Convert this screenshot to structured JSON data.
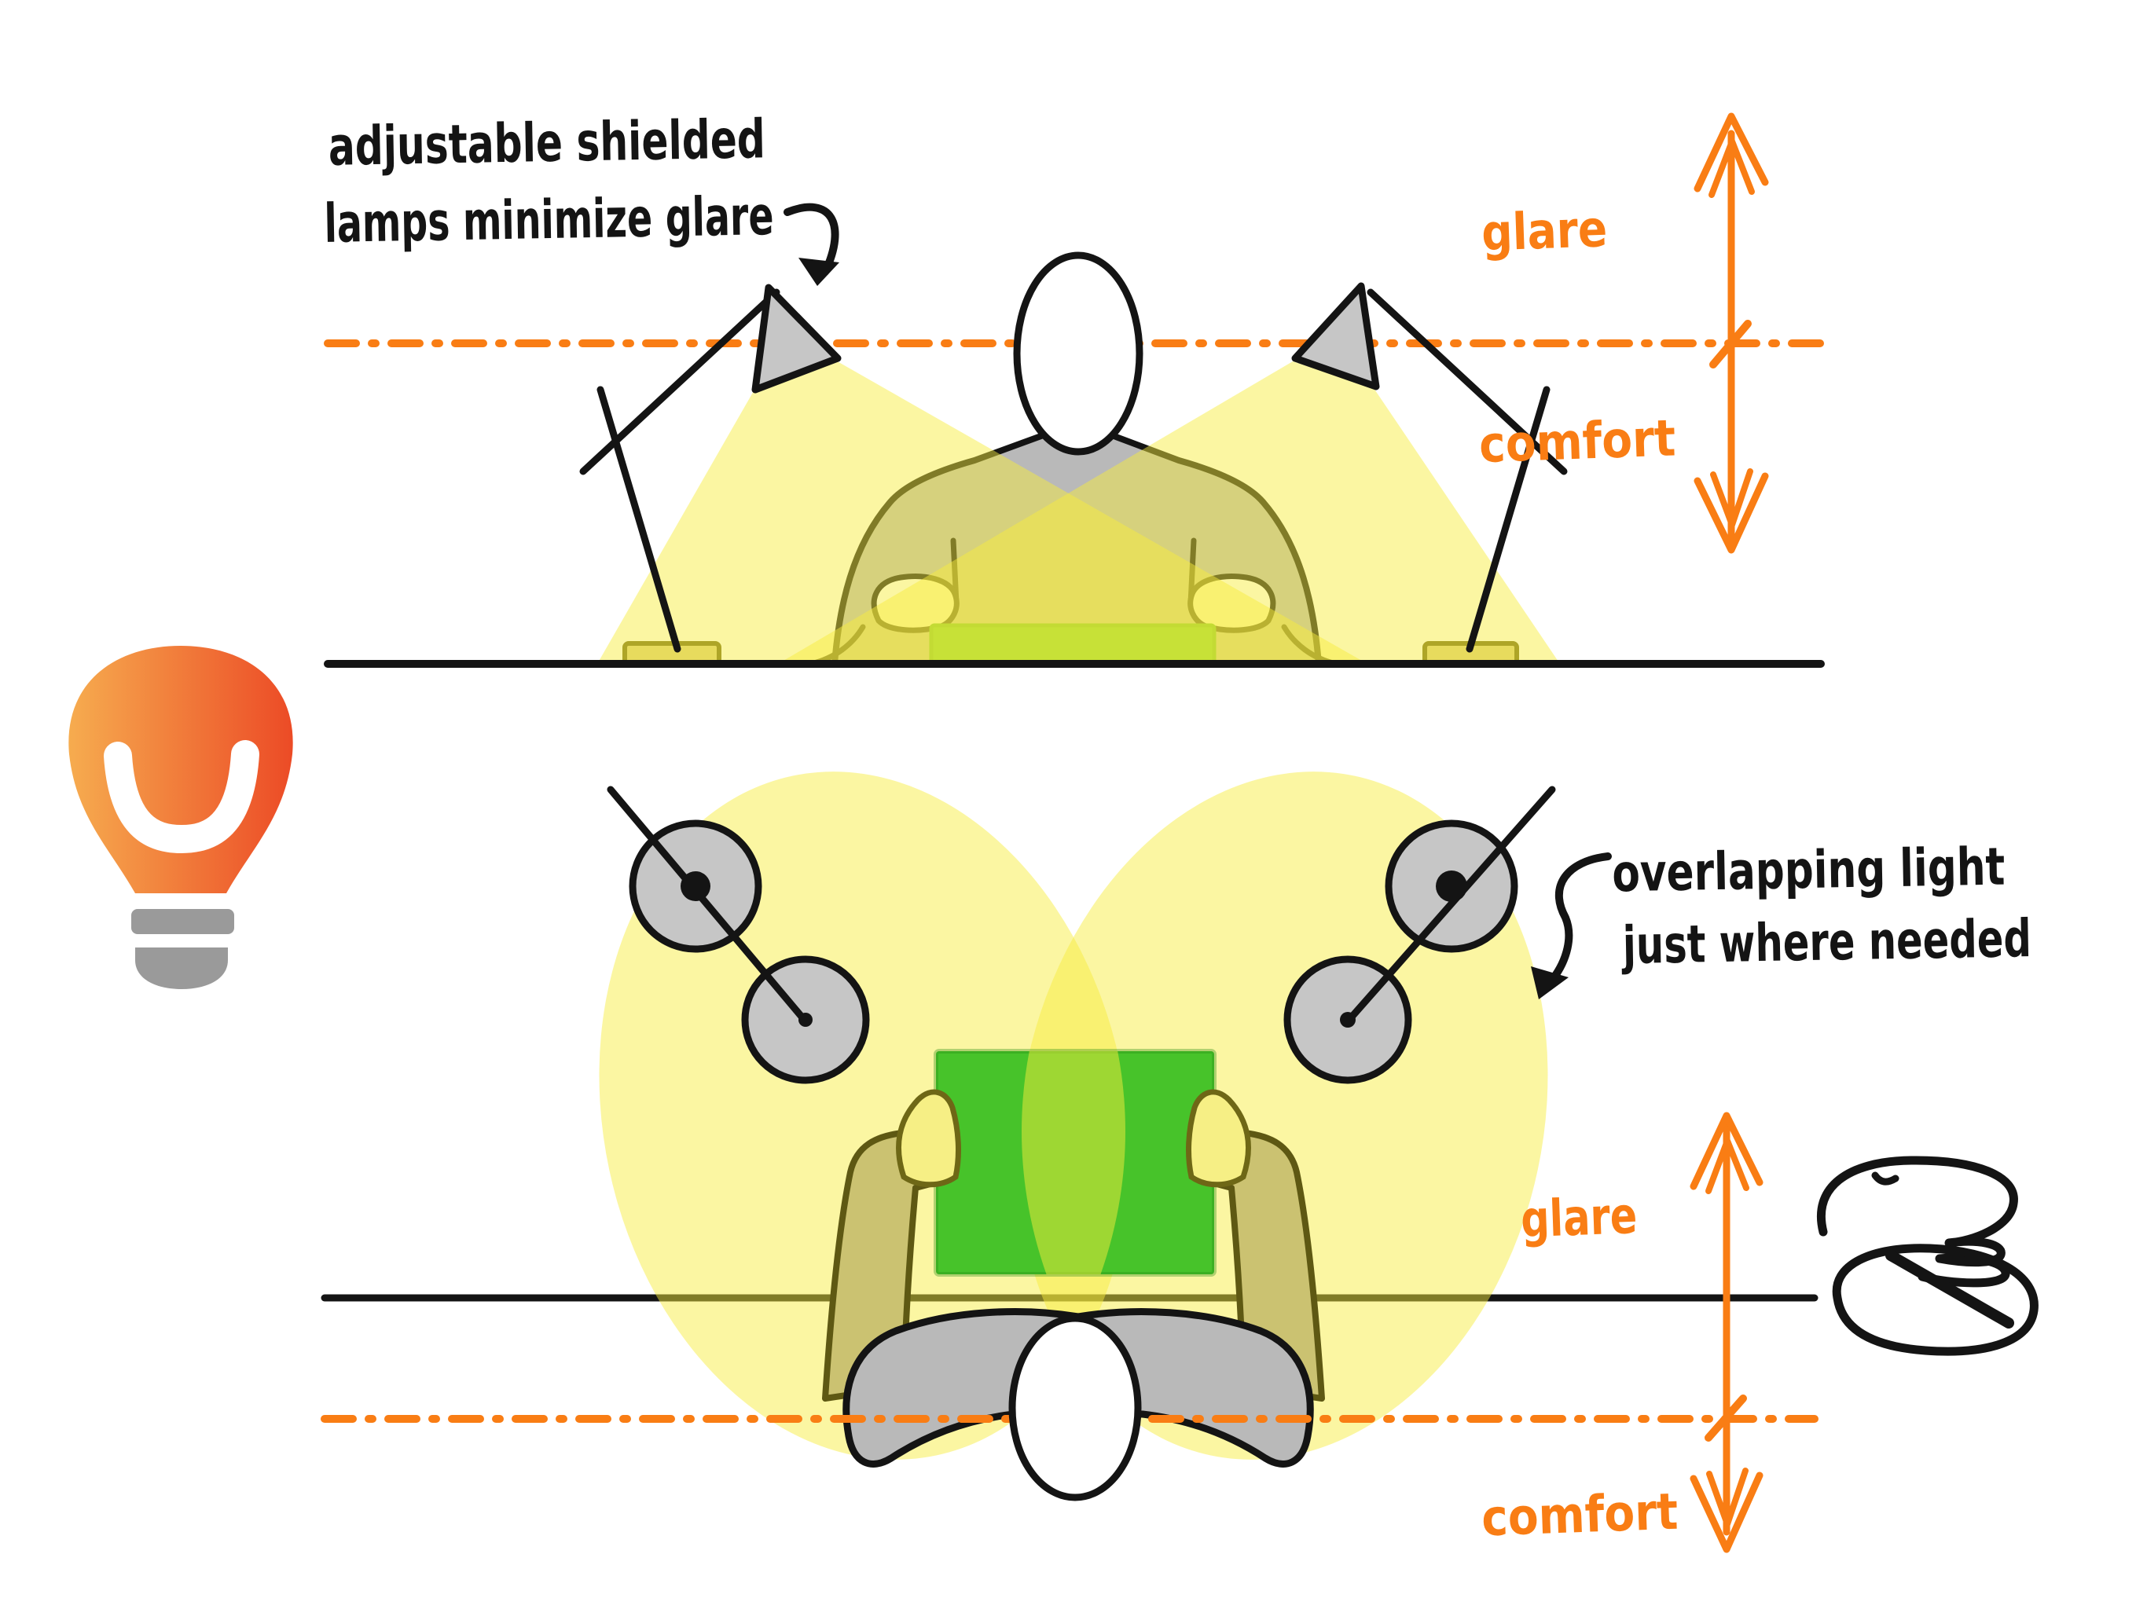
{
  "title": "ergonomic task lighting sketch",
  "colors": {
    "accent_orange": "#F97D14",
    "light_yellow": "#F6EC3C",
    "lamp_gray": "#C6C6C6",
    "body_gray": "#B9B9B9",
    "book_green": "#47C32A",
    "base_khaki": "#D8CC7C",
    "ink_black": "#141414",
    "bulb_gradient_left": "#F6AC4F",
    "bulb_gradient_right": "#EC4B26",
    "bulb_base_gray": "#9A9A9A"
  },
  "notes": {
    "lamp": {
      "line1": "adjustable shielded",
      "line2": "lamps minimize glare"
    },
    "overlap": {
      "line1": "overlapping light",
      "line2": "just where needed"
    }
  },
  "measures": {
    "top": {
      "glare": "glare",
      "comfort": "comfort"
    },
    "bottom": {
      "glare": "glare",
      "comfort": "comfort"
    }
  },
  "icons": {
    "lightbulb": "lightbulb-icon",
    "desk_lamp": "desk-lamp-icon",
    "overhead_lamp": "overhead-lamp-icon",
    "double_arrow": "glare-comfort-arrow-icon",
    "scribble": "scribble-doodle-icon"
  }
}
